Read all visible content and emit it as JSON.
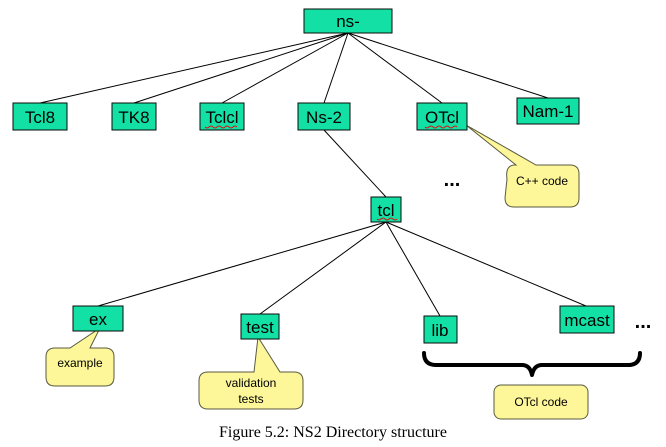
{
  "diagram": {
    "nodes": {
      "root": "ns-",
      "tcl8": "Tcl8",
      "tk8": "TK8",
      "tclcl": "Tclcl",
      "ns2": "Ns-2",
      "otcl": "OTcl",
      "nam": "Nam-1",
      "tcl": "tcl",
      "ex": "ex",
      "test": "test",
      "lib": "lib",
      "mcast": "mcast"
    },
    "callouts": {
      "cpp": "C++ code",
      "example": "example",
      "validation_line1": "validation",
      "validation_line2": "tests",
      "otcl_code": "OTcl code"
    },
    "ellipsis_mid": "...",
    "ellipsis_right": "..."
  },
  "caption": "Figure 5.2: NS2 Directory structure",
  "colors": {
    "node_fill": "#12e0a4",
    "callout_fill": "#fdf79a"
  }
}
